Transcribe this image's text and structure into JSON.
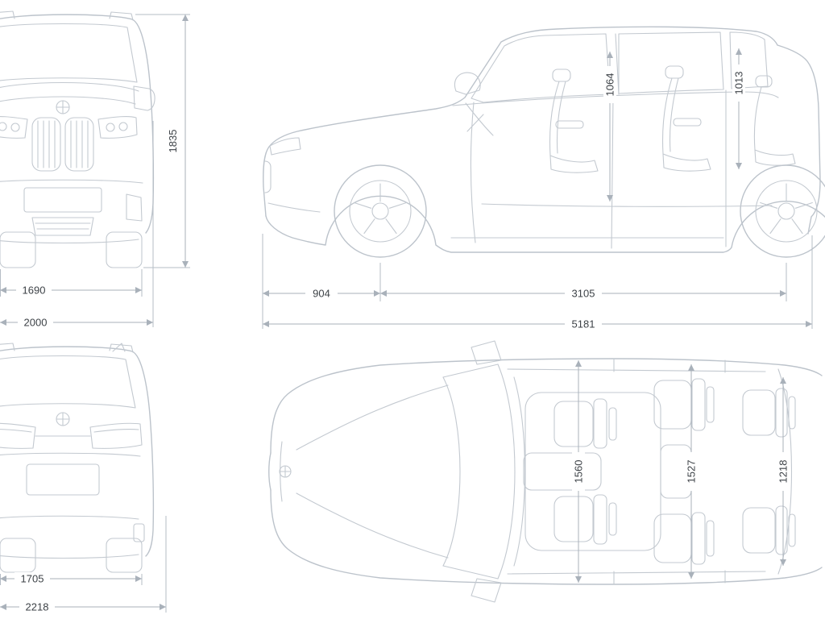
{
  "diagram": {
    "subject": "SUV dimensional blueprint with front, side, rear and top views",
    "line_color": "#bcc3cb",
    "dim_line_color": "#a9b1ba",
    "text_color": "#3d4247",
    "views": {
      "front": {
        "dims": {
          "overall_height": "1835",
          "track_width": "1690",
          "body_width": "2000"
        }
      },
      "side": {
        "dims": {
          "front_headroom": "1064",
          "rear_headroom": "1013",
          "front_overhang": "904",
          "wheelbase": "3105",
          "overall_length": "5181"
        }
      },
      "rear": {
        "dims": {
          "rear_track": "1705",
          "overall_width_mirrors": "2218"
        }
      },
      "top": {
        "dims": {
          "front_interior_width": "1560",
          "middle_interior_width": "1527",
          "rear_interior_width": "1218"
        }
      }
    }
  }
}
